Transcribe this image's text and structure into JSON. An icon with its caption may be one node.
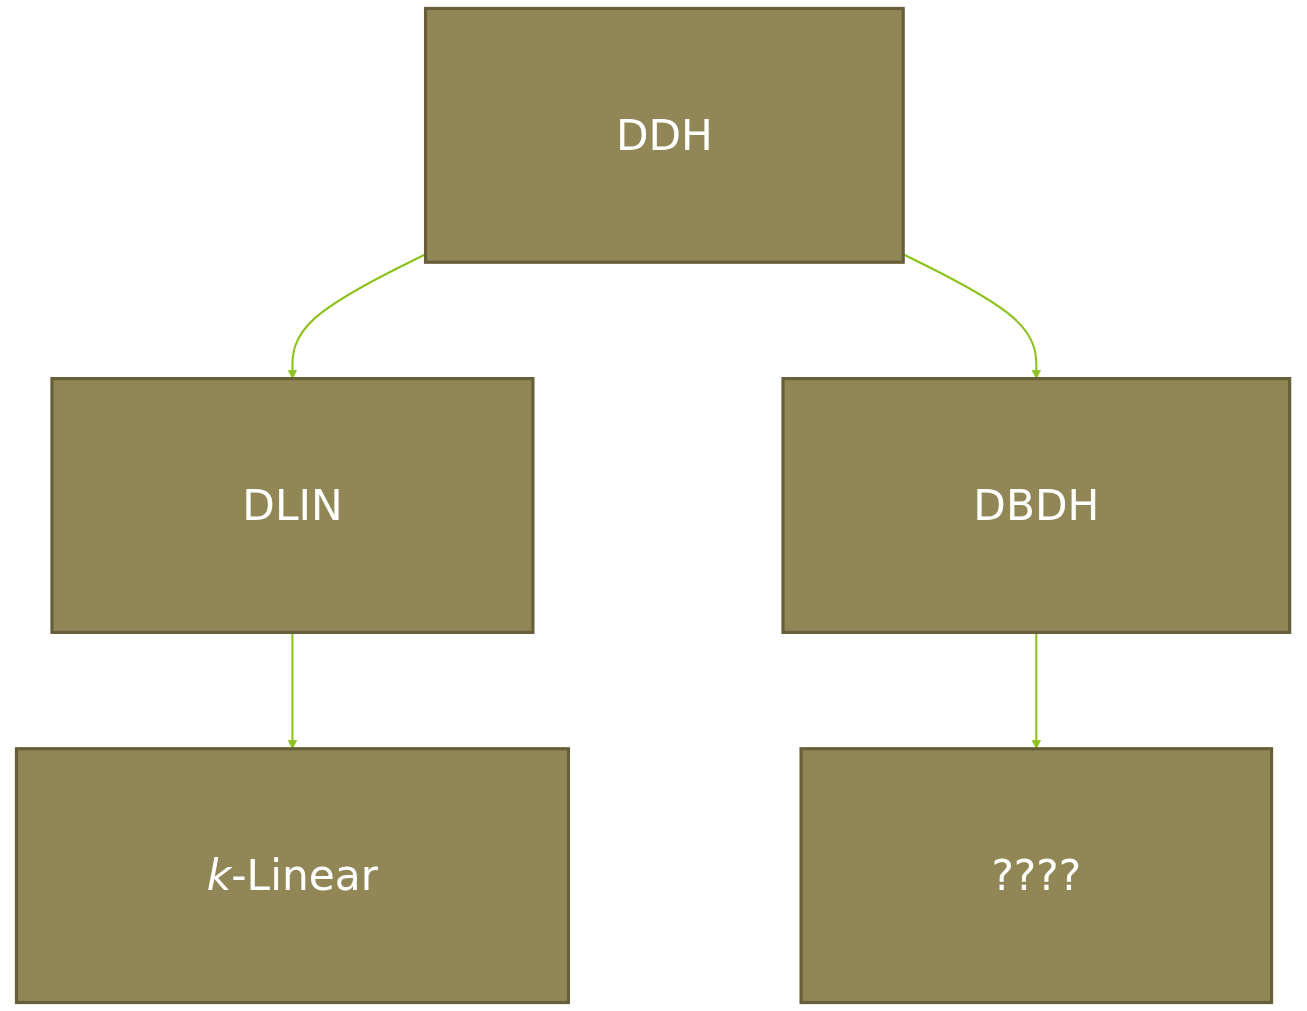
{
  "diagram": {
    "nodes": [
      {
        "text": [
          "DDH"
        ]
      },
      {
        "text": [
          "DLIN"
        ]
      },
      {
        "text": [
          "DBDH"
        ]
      },
      {
        "text": [
          "*k*-Linear"
        ]
      },
      {
        "text": [
          "????"
        ]
      }
    ],
    "edges": [
      {
        "from": 0,
        "to": 1,
        "arrow": "to"
      },
      {
        "from": 0,
        "to": 2,
        "arrow": "to"
      },
      {
        "from": 1,
        "to": 3,
        "arrow": "to"
      },
      {
        "from": 2,
        "to": 4,
        "arrow": "to"
      }
    ]
  }
}
